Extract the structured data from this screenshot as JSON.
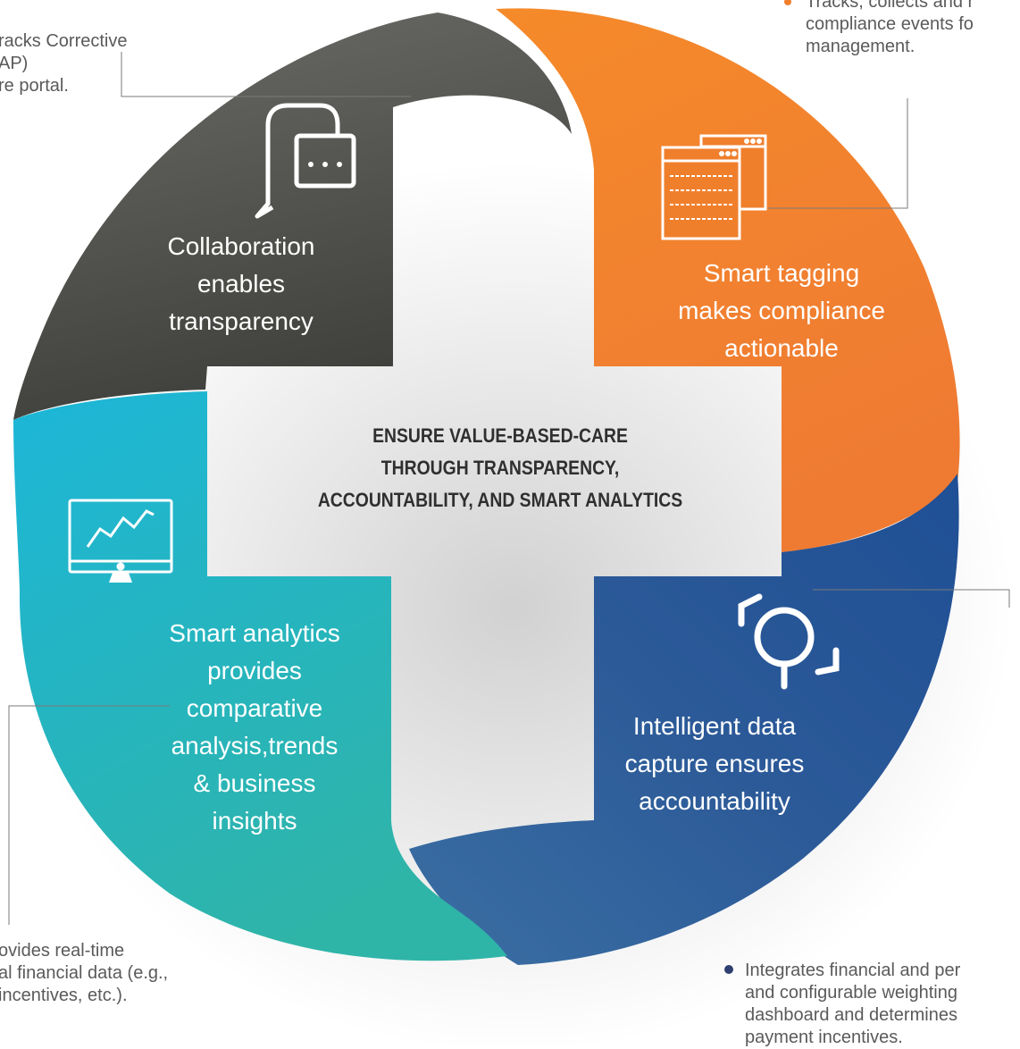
{
  "title": [
    "ENSURE VALUE-BASED-CARE",
    "THROUGH TRANSPARENCY,",
    "ACCOUNTABILITY, AND SMART ANALYTICS"
  ],
  "colors": {
    "collaboration": "#4a4a46",
    "smart_tagging": "#f07f2c",
    "intelligent_capture": "#2d5590",
    "smart_analytics": "#22b1c4"
  },
  "segments": [
    {
      "id": "collaboration",
      "icon": "chat-bubble-icon",
      "label": [
        "Collaboration",
        "enables",
        "transparency"
      ]
    },
    {
      "id": "smart-tagging",
      "icon": "code-windows-icon",
      "label": [
        "Smart tagging",
        "makes compliance",
        "actionable"
      ]
    },
    {
      "id": "intelligent-capture",
      "icon": "magnifier-scan-icon",
      "label": [
        "Intelligent data",
        "capture ensures",
        "accountability"
      ]
    },
    {
      "id": "smart-analytics",
      "icon": "monitor-chart-icon",
      "label": [
        "Smart analytics",
        "provides",
        "comparative",
        "analysis,trends",
        "& business",
        "insights"
      ]
    }
  ],
  "annotations": {
    "top_left": [
      "racks Corrective",
      "AP)",
      "re portal."
    ],
    "top_right": [
      "Tracks, collects and r",
      "compliance events fo",
      "management."
    ],
    "bottom_left": [
      "ovides real-time",
      "al financial data (e.g.,",
      " incentives, etc.)."
    ],
    "bottom_right": [
      "Integrates financial and per",
      "and configurable weighting",
      "dashboard and determines",
      "payment incentives."
    ]
  }
}
